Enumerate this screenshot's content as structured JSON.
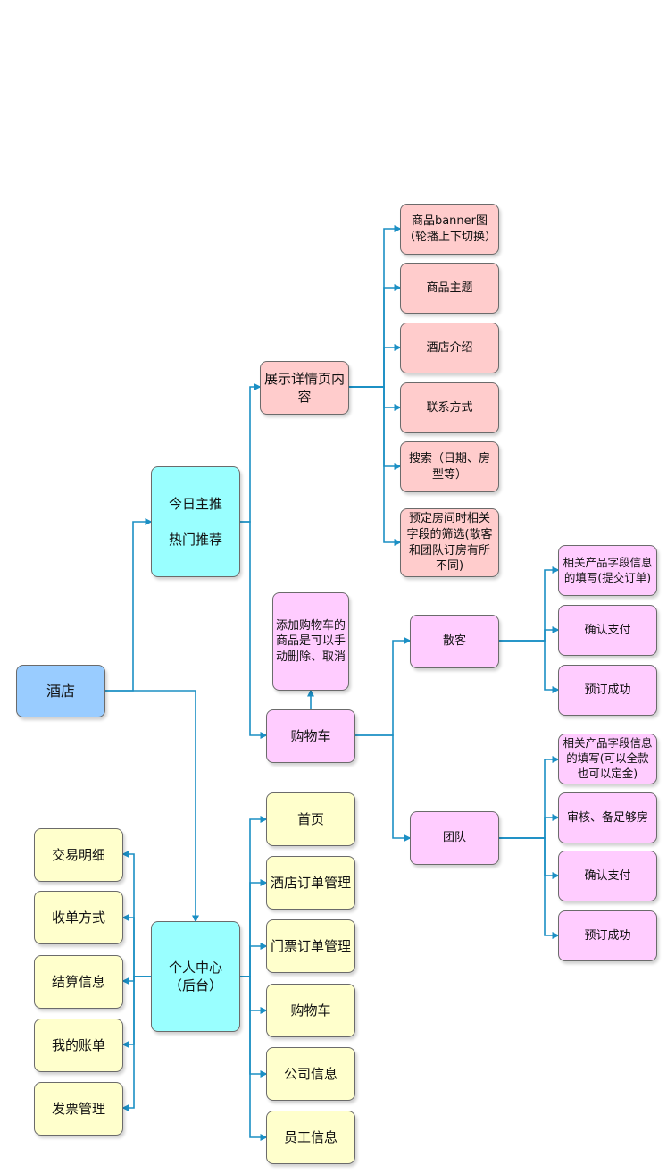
{
  "colors": {
    "edge": "#1b8fc4",
    "root": "#99ccff",
    "level1": "#99ffff",
    "detail": "#ffcccc",
    "cart": "#ffccff",
    "admin": "#ffffcc"
  },
  "nodes": {
    "hotel": "酒店",
    "today_hot": "今日主推\n\n热门推荐",
    "detail_page": "展示详情页内容",
    "banner": "商品banner图（轮播上下切换）",
    "product_theme": "商品主题",
    "hotel_intro": "酒店介绍",
    "contact": "联系方式",
    "search": "搜索（日期、房型等）",
    "booking_filter": "预定房间时相关字段的筛选(散客和团队订房有所不同)",
    "cart_note": "添加购物车的商品是可以手动删除、取消",
    "cart": "购物车",
    "individual": "散客",
    "group": "团队",
    "ind_fill": "相关产品字段信息的填写(提交订单)",
    "ind_pay": "确认支付",
    "ind_done": "预订成功",
    "grp_fill": "相关产品字段信息的填写(可以全款也可以定金)",
    "grp_review": "审核、备足够房",
    "grp_pay": "确认支付",
    "grp_done": "预订成功",
    "personal_center": "个人中心（后台）",
    "home": "首页",
    "hotel_orders": "酒店订单管理",
    "ticket_orders": "门票订单管理",
    "admin_cart": "购物车",
    "company_info": "公司信息",
    "staff_info": "员工信息",
    "transactions": "交易明细",
    "payment_methods": "收单方式",
    "settlement": "结算信息",
    "my_bills": "我的账单",
    "invoice": "发票管理"
  }
}
